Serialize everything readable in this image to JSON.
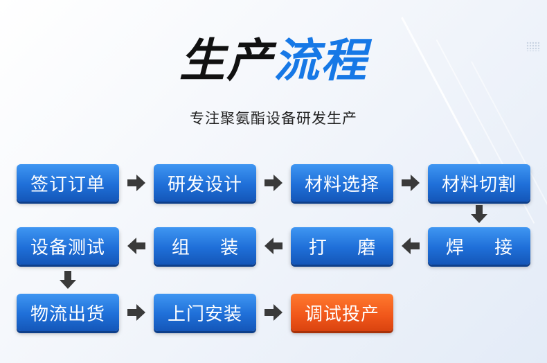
{
  "header": {
    "title_dark": "生产",
    "title_blue": "流程",
    "subtitle": "专注聚氨酯设备研发生产"
  },
  "flow": {
    "steps": [
      {
        "label": "签订订单"
      },
      {
        "label": "研发设计"
      },
      {
        "label": "材料选择"
      },
      {
        "label": "材料切割"
      },
      {
        "label": "焊 接"
      },
      {
        "label": "打 磨"
      },
      {
        "label": "组 装"
      },
      {
        "label": "设备测试"
      },
      {
        "label": "物流出货"
      },
      {
        "label": "上门安装"
      },
      {
        "label": "调试投产"
      }
    ]
  },
  "colors": {
    "accent_blue": "#1678e6",
    "step_blue": "#1f6fd8",
    "final_orange": "#f0561a",
    "arrow_gray": "#3a3a3a"
  }
}
